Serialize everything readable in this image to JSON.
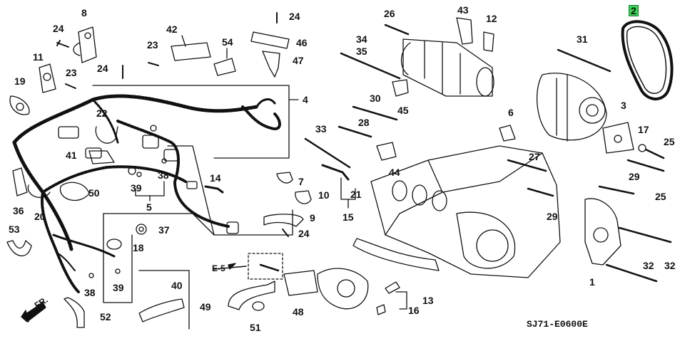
{
  "diagram_code": "SJ71-E0600E",
  "direction_label": "E-5",
  "front_label": "FR.",
  "highlighted_part": "2",
  "colors": {
    "highlight": "#39d353",
    "line": "#111111"
  },
  "labels": {
    "p1": "1",
    "p2": "2",
    "p3": "3",
    "p4": "4",
    "p5": "5",
    "p6": "6",
    "p7": "7",
    "p8": "8",
    "p9": "9",
    "p10": "10",
    "p11": "11",
    "p12": "12",
    "p13": "13",
    "p14": "14",
    "p15": "15",
    "p16": "16",
    "p17": "17",
    "p18": "18",
    "p19": "19",
    "p20": "20",
    "p21": "21",
    "p22": "22",
    "p23a": "23",
    "p23b": "23",
    "p24a": "24",
    "p24b": "24",
    "p24c": "24",
    "p24d": "24",
    "p25a": "25",
    "p25b": "25",
    "p26": "26",
    "p27": "27",
    "p28": "28",
    "p29a": "29",
    "p29b": "29",
    "p30": "30",
    "p31": "31",
    "p32a": "32",
    "p32b": "32",
    "p33": "33",
    "p34": "34",
    "p35": "35",
    "p36": "36",
    "p37": "37",
    "p38a": "38",
    "p38b": "38",
    "p39a": "39",
    "p39b": "39",
    "p40": "40",
    "p41": "41",
    "p42": "42",
    "p43": "43",
    "p44": "44",
    "p45": "45",
    "p46": "46",
    "p47": "47",
    "p48": "48",
    "p49": "49",
    "p50": "50",
    "p51": "51",
    "p52": "52",
    "p53": "53",
    "p54": "54"
  }
}
